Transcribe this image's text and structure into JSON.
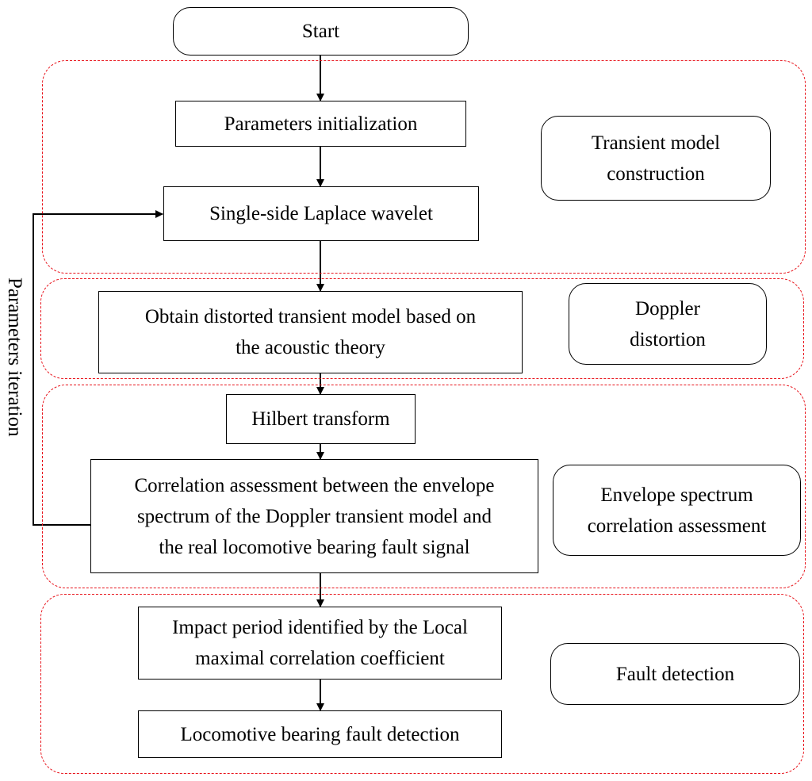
{
  "flow": {
    "start": "Start",
    "params_init": "Parameters initialization",
    "laplace": "Single-side Laplace wavelet",
    "distorted_line1": "Obtain distorted transient model based on",
    "distorted_line2": "the acoustic theory",
    "hilbert": "Hilbert transform",
    "correlation_line1": "Correlation assessment between the envelope",
    "correlation_line2": "spectrum of the Doppler transient model and",
    "correlation_line3": "the real locomotive bearing fault signal",
    "impact_line1": "Impact period identified by the Local",
    "impact_line2": "maximal correlation coefficient",
    "detection": "Locomotive bearing fault detection"
  },
  "stages": {
    "transient_line1": "Transient model",
    "transient_line2": "construction",
    "doppler_line1": "Doppler",
    "doppler_line2": "distortion",
    "envelope_line1": "Envelope spectrum",
    "envelope_line2": "correlation assessment",
    "fault": "Fault detection"
  },
  "loop_label": "Parameters iteration",
  "colors": {
    "group_border": "#e8141c",
    "line": "#000000"
  }
}
